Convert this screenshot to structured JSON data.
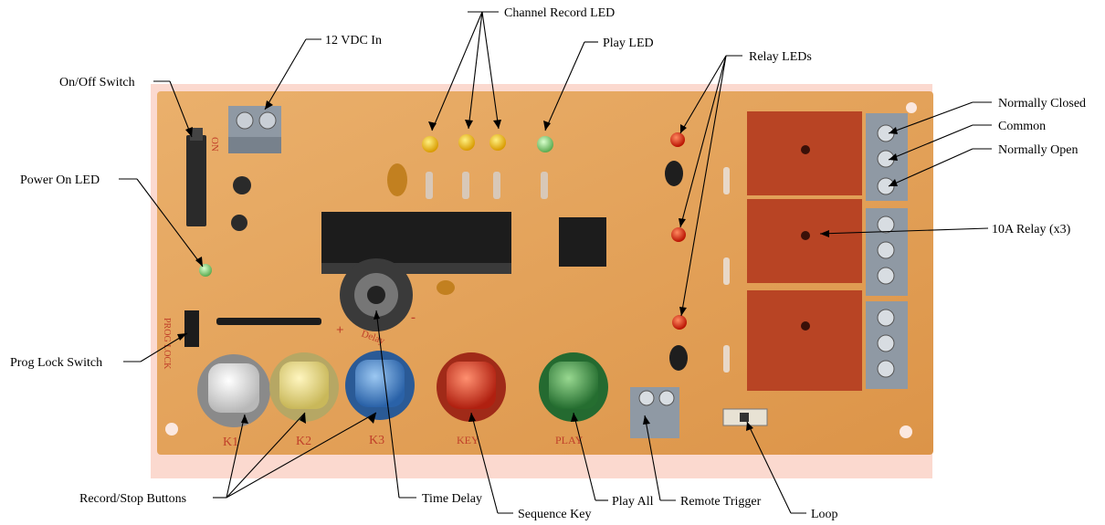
{
  "labels": {
    "channel_record_led": "Channel Record LED",
    "play_led": "Play LED",
    "vdc_in": "12 VDC In",
    "relay_leds": "Relay LEDs",
    "on_off_switch": "On/Off Switch",
    "normally_closed": "Normally Closed",
    "common": "Common",
    "normally_open": "Normally Open",
    "power_on_led": "Power On LED",
    "relay_10a": "10A Relay (x3)",
    "prog_lock_switch": "Prog Lock Switch",
    "record_stop_buttons": "Record/Stop Buttons",
    "time_delay": "Time Delay",
    "sequence_key": "Sequence Key",
    "play_all": "Play All",
    "remote_trigger": "Remote Trigger",
    "loop": "Loop"
  },
  "board_markings": {
    "on": "ON",
    "prog_lock": "PROG LOCK",
    "delay": "Delay",
    "plus": "+",
    "minus": "-",
    "k1": "K1",
    "k2": "K2",
    "k3": "K3",
    "key": "KEY",
    "play": "PLAY"
  },
  "colors": {
    "board": "#e6a25a",
    "background_panel": "#fbd9cf",
    "button_white": "#eeeeee",
    "button_yellow": "#ece39a",
    "button_blue": "#4a8fd6",
    "button_red": "#e0402a",
    "button_green": "#3e9a4a",
    "led_yellow": "#f0c020",
    "led_green": "#7dc86a",
    "led_red": "#e02010",
    "relay": "#b84424"
  }
}
